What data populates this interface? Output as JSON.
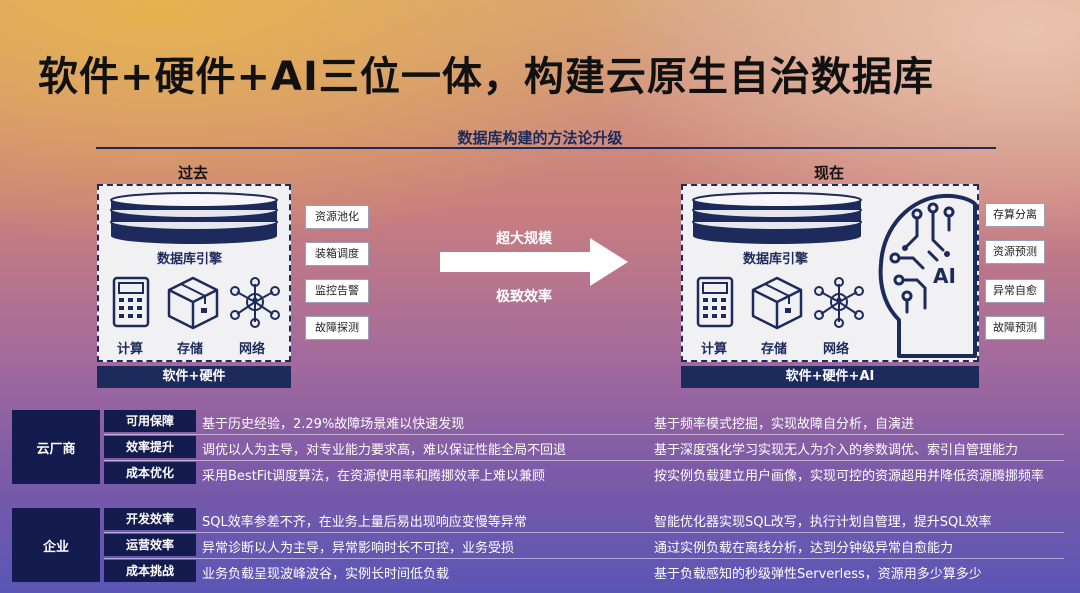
{
  "title": "软件+硬件+AI三位一体，构建云原生自治数据库",
  "subtitle": "数据库构建的方法论升级",
  "past": {
    "heading": "过去",
    "engine": "数据库引擎",
    "icons": [
      "计算",
      "存储",
      "网络"
    ],
    "footer": "软件+硬件",
    "tags": [
      "资源池化",
      "装箱调度",
      "监控告警",
      "故障探测"
    ]
  },
  "now": {
    "heading": "现在",
    "engine": "数据库引擎",
    "icons": [
      "计算",
      "存储",
      "网络"
    ],
    "ai": "AI",
    "footer": "软件+硬件+AI",
    "tags": [
      "存算分离",
      "资源预测",
      "异常自愈",
      "故障预测"
    ]
  },
  "arrow": {
    "top": "超大规模",
    "bottom": "极致效率"
  },
  "groups": [
    {
      "label": "云厂商",
      "rows": [
        {
          "label": "可用保障",
          "past": "基于历史经验，2.29%故障场景难以快速发现",
          "now": "基于频率模式挖掘，实现故障自分析，自演进"
        },
        {
          "label": "效率提升",
          "past": "调优以人为主导，对专业能力要求高，难以保证性能全局不回退",
          "now": "基于深度强化学习实现无人为介入的参数调优、索引自管理能力"
        },
        {
          "label": "成本优化",
          "past": "采用BestFit调度算法，在资源使用率和腾挪效率上难以兼顾",
          "now": "按实例负载建立用户画像，实现可控的资源超用并降低资源腾挪频率"
        }
      ]
    },
    {
      "label": "企业",
      "rows": [
        {
          "label": "开发效率",
          "past": "SQL效率参差不齐，在业务上量后易出现响应变慢等异常",
          "now": "智能优化器实现SQL改写，执行计划自管理，提升SQL效率"
        },
        {
          "label": "运营效率",
          "past": "异常诊断以人为主导，异常影响时长不可控，业务受损",
          "now": "通过实例负载在离线分析，达到分钟级异常自愈能力"
        },
        {
          "label": "成本挑战",
          "past": "业务负载呈现波峰波谷，实例长时间低负载",
          "now": "基于负载感知的秒级弹性Serverless，资源用多少算多少"
        }
      ]
    }
  ]
}
